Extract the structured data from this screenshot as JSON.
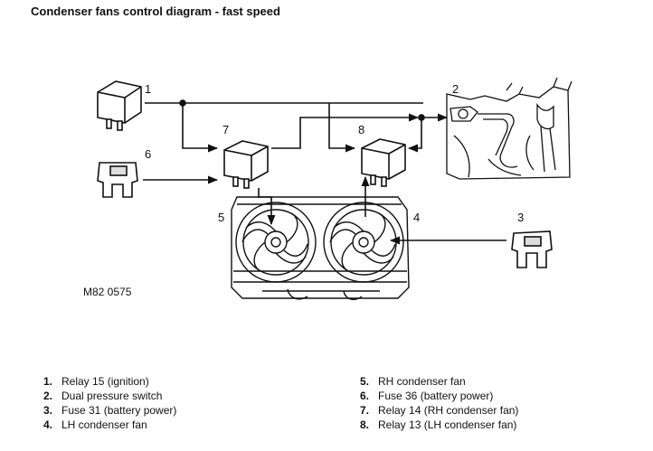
{
  "title": "Condenser fans control diagram - fast speed",
  "reference": "M82 0575",
  "callouts": {
    "c1": "1",
    "c2": "2",
    "c3": "3",
    "c4": "4",
    "c5": "5",
    "c6": "6",
    "c7": "7",
    "c8": "8"
  },
  "legend_left": [
    {
      "num": "1.",
      "text": "Relay 15 (ignition)"
    },
    {
      "num": "2.",
      "text": "Dual pressure switch"
    },
    {
      "num": "3.",
      "text": "Fuse 31 (battery power)"
    },
    {
      "num": "4.",
      "text": "LH condenser fan"
    }
  ],
  "legend_right": [
    {
      "num": "5.",
      "text": "RH condenser fan"
    },
    {
      "num": "6.",
      "text": "Fuse 36 (battery power)"
    },
    {
      "num": "7.",
      "text": "Relay 14 (RH condenser fan)"
    },
    {
      "num": "8.",
      "text": "Relay 13 (LH condenser fan)"
    }
  ]
}
